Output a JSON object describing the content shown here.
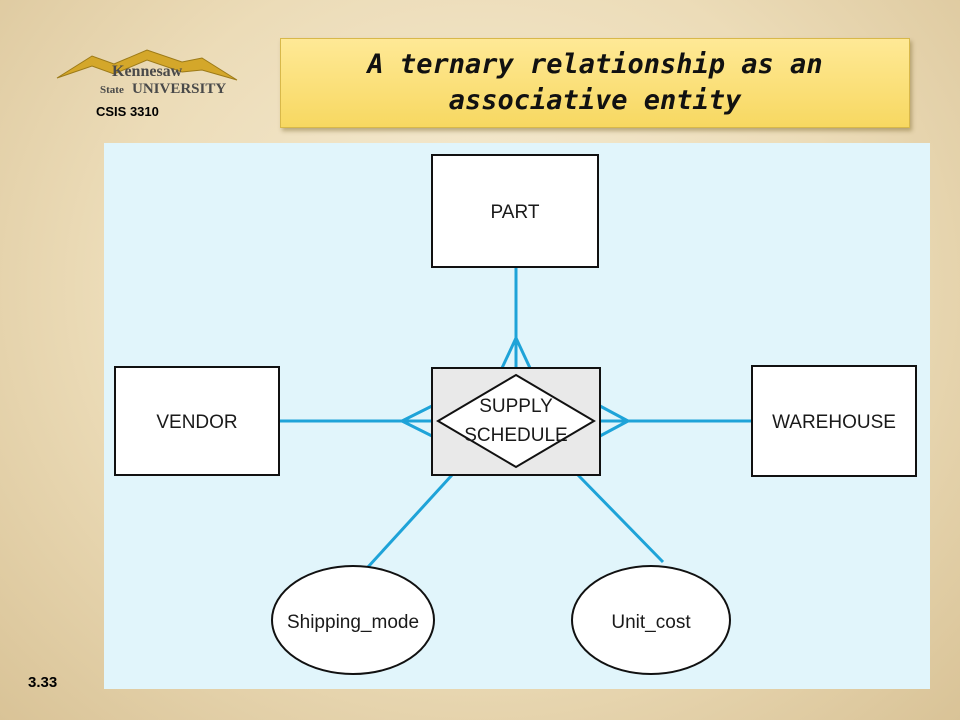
{
  "slide": {
    "title": "A ternary relationship as an associative entity",
    "course": "CSIS 3310",
    "slide_number": "3.33",
    "logo": {
      "line1": "Kennesaw",
      "line2_small": "State",
      "line2_big": "UNIVERSITY"
    }
  },
  "diagram": {
    "line_color": "#1ea3d8",
    "entities": [
      {
        "id": "part",
        "label": "PART"
      },
      {
        "id": "vendor",
        "label": "VENDOR"
      },
      {
        "id": "warehouse",
        "label": "WAREHOUSE"
      }
    ],
    "associative_entity": {
      "id": "supply-schedule",
      "label_line1": "SUPPLY",
      "label_line2": "SCHEDULE"
    },
    "attributes": [
      {
        "id": "shipping-mode",
        "label": "Shipping_mode"
      },
      {
        "id": "unit-cost",
        "label": "Unit_cost"
      }
    ]
  }
}
